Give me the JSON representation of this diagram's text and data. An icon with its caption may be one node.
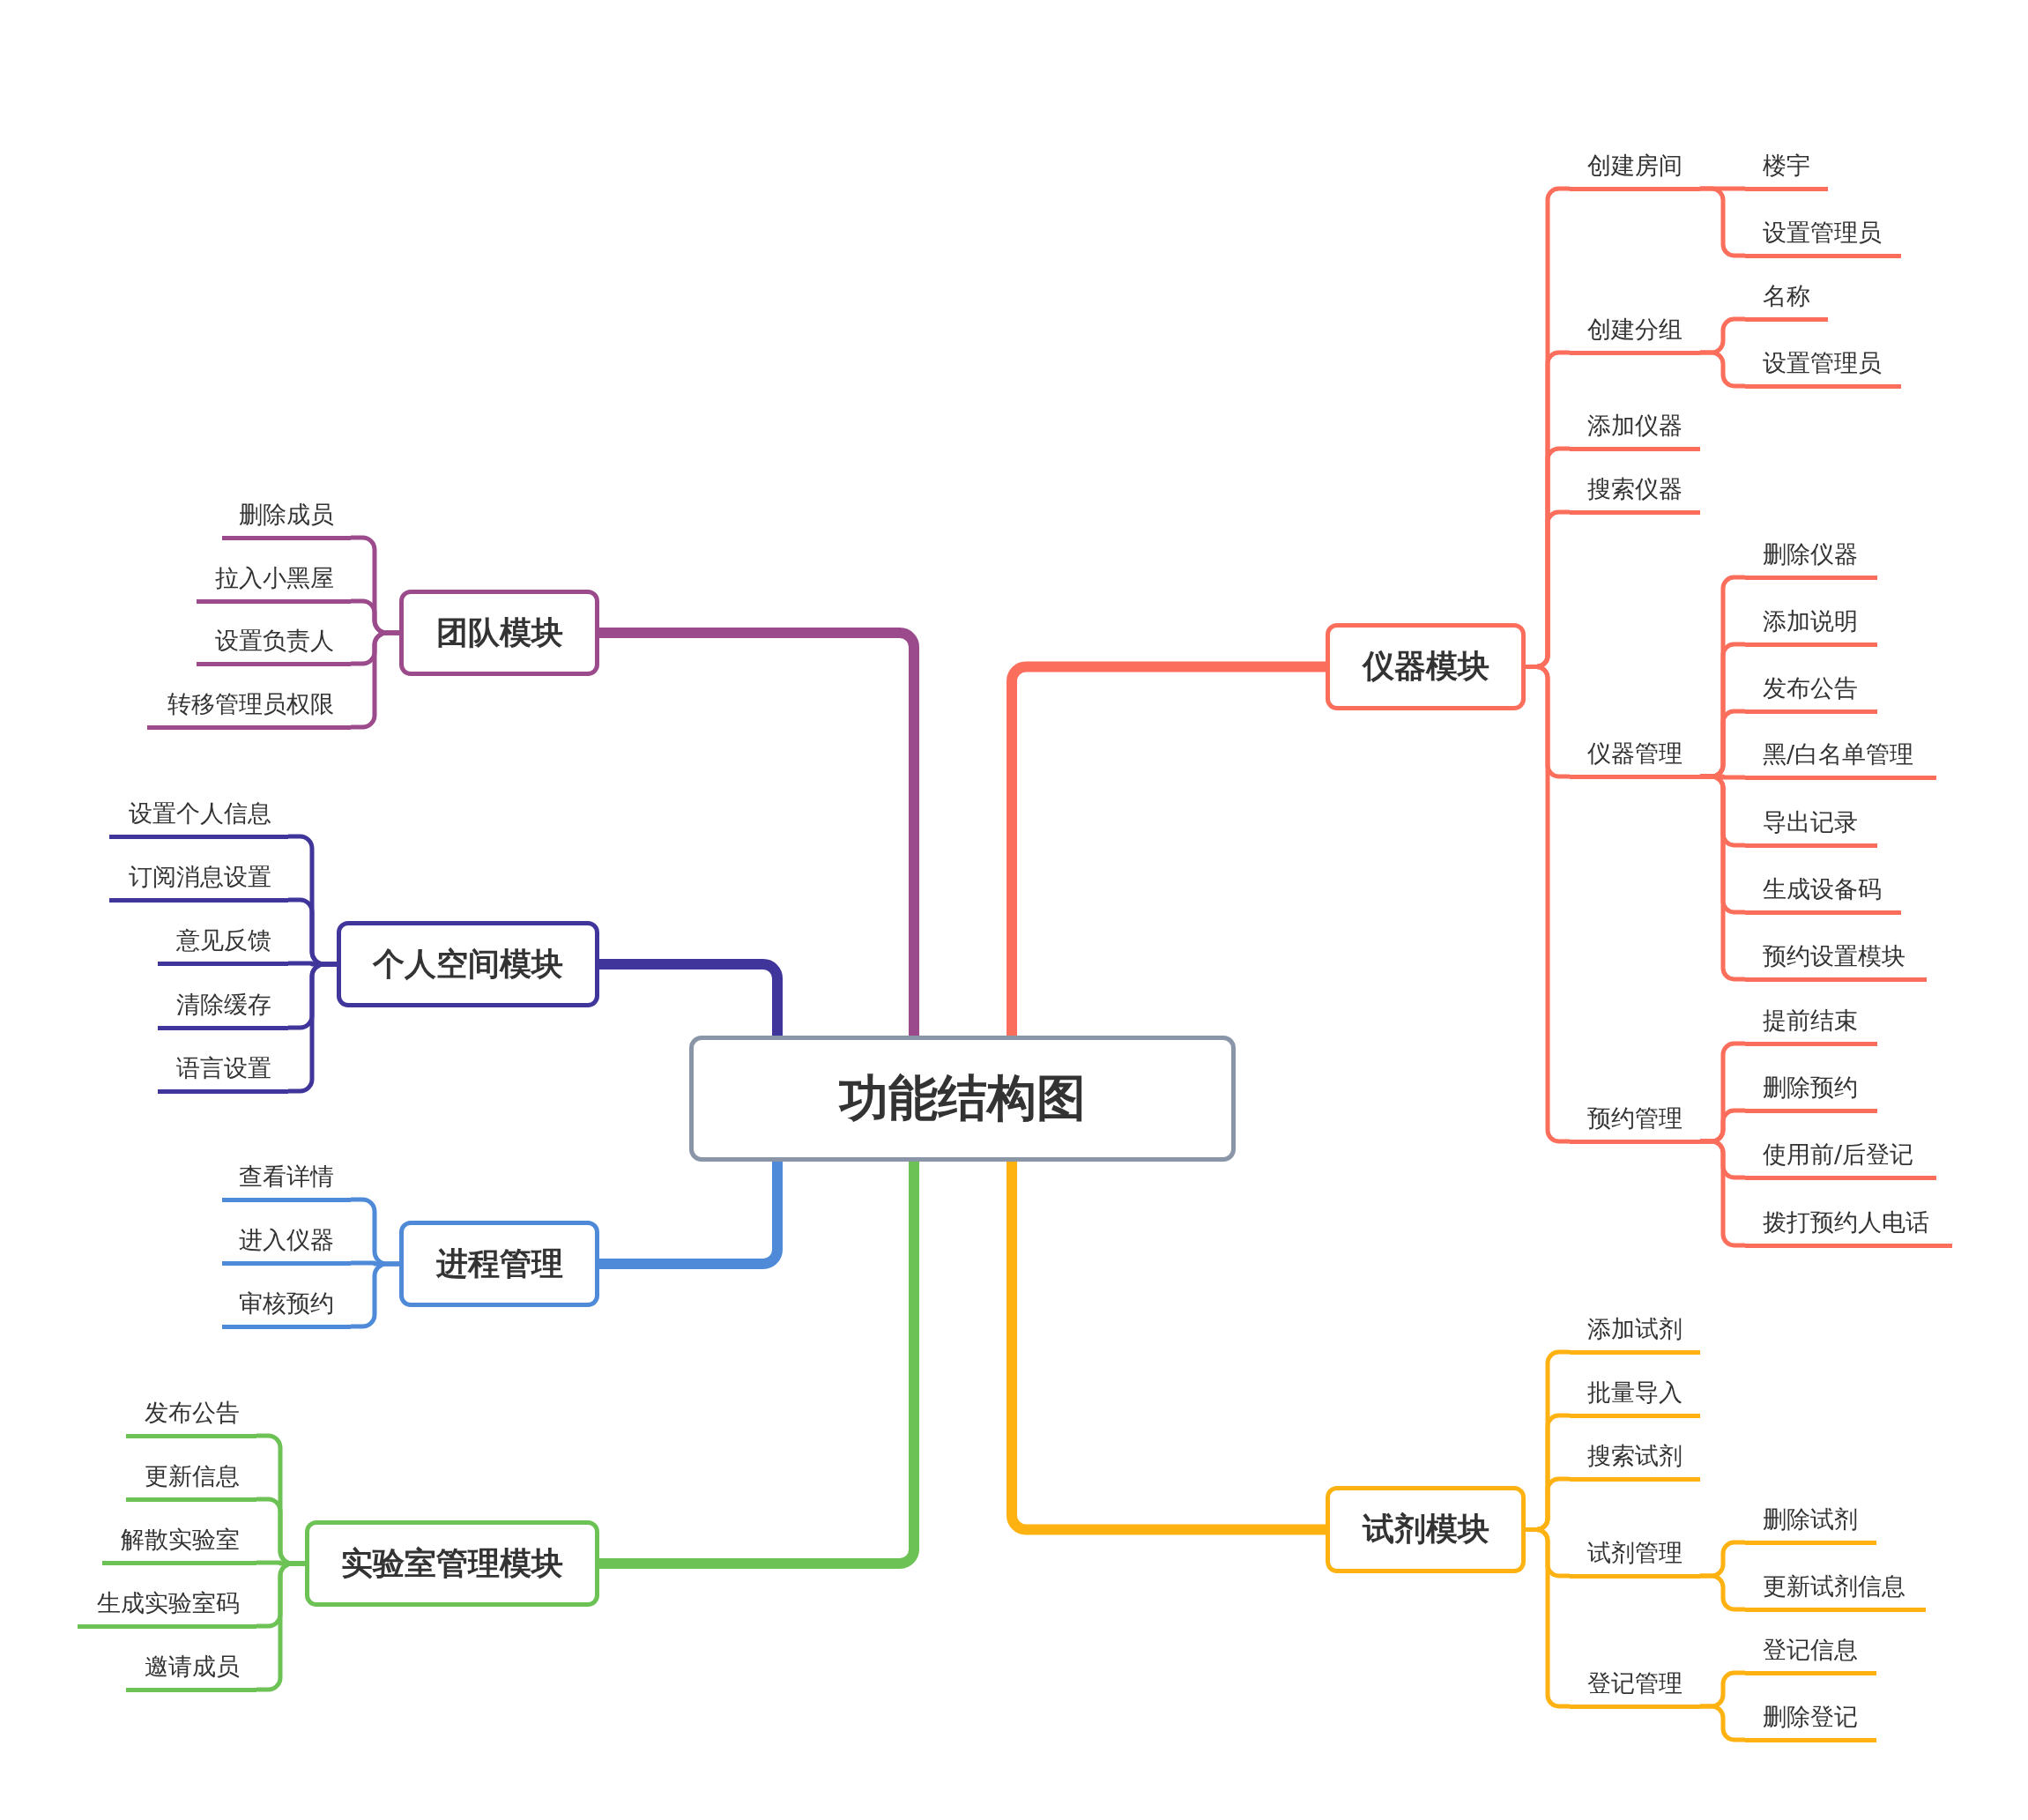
{
  "diagram": {
    "nodes": [
      {
        "text": [
          "功能结构图"
        ]
      },
      {
        "text": [
          "团队模块"
        ]
      },
      {
        "text": [
          "删除成员"
        ]
      },
      {
        "text": [
          "拉入小黑屋"
        ]
      },
      {
        "text": [
          "设置负责人"
        ]
      },
      {
        "text": [
          "转移管理员权限"
        ]
      },
      {
        "text": [
          "个人空间模块"
        ]
      },
      {
        "text": [
          "设置个人信息"
        ]
      },
      {
        "text": [
          "订阅消息设置"
        ]
      },
      {
        "text": [
          "意见反馈"
        ]
      },
      {
        "text": [
          "清除缓存"
        ]
      },
      {
        "text": [
          "语言设置"
        ]
      },
      {
        "text": [
          "进程管理"
        ]
      },
      {
        "text": [
          "查看详情"
        ]
      },
      {
        "text": [
          "进入仪器"
        ]
      },
      {
        "text": [
          "审核预约"
        ]
      },
      {
        "text": [
          "实验室管理模块"
        ]
      },
      {
        "text": [
          "发布公告"
        ]
      },
      {
        "text": [
          "更新信息"
        ]
      },
      {
        "text": [
          "解散实验室"
        ]
      },
      {
        "text": [
          "生成实验室码"
        ]
      },
      {
        "text": [
          "邀请成员"
        ]
      },
      {
        "text": [
          "仪器模块"
        ]
      },
      {
        "text": [
          "创建房间"
        ]
      },
      {
        "text": [
          "楼宇"
        ]
      },
      {
        "text": [
          "设置管理员"
        ]
      },
      {
        "text": [
          "创建分组"
        ]
      },
      {
        "text": [
          "名称"
        ]
      },
      {
        "text": [
          "设置管理员"
        ]
      },
      {
        "text": [
          "添加仪器"
        ]
      },
      {
        "text": [
          "搜索仪器"
        ]
      },
      {
        "text": [
          "仪器管理"
        ]
      },
      {
        "text": [
          "删除仪器"
        ]
      },
      {
        "text": [
          "添加说明"
        ]
      },
      {
        "text": [
          "发布公告"
        ]
      },
      {
        "text": [
          "黑/白名单管理"
        ]
      },
      {
        "text": [
          "导出记录"
        ]
      },
      {
        "text": [
          "生成设备码"
        ]
      },
      {
        "text": [
          "预约设置模块"
        ]
      },
      {
        "text": [
          "预约管理"
        ]
      },
      {
        "text": [
          "提前结束"
        ]
      },
      {
        "text": [
          "删除预约"
        ]
      },
      {
        "text": [
          "使用前/后登记"
        ]
      },
      {
        "text": [
          "拨打预约人电话"
        ]
      },
      {
        "text": [
          "试剂模块"
        ]
      },
      {
        "text": [
          "添加试剂"
        ]
      },
      {
        "text": [
          "批量导入"
        ]
      },
      {
        "text": [
          "搜索试剂"
        ]
      },
      {
        "text": [
          "试剂管理"
        ]
      },
      {
        "text": [
          "删除试剂"
        ]
      },
      {
        "text": [
          "更新试剂信息"
        ]
      },
      {
        "text": [
          "登记管理"
        ]
      },
      {
        "text": [
          "登记信息"
        ]
      },
      {
        "text": [
          "删除登记"
        ]
      }
    ],
    "edges": [
      {
        "from": 0,
        "to": 1,
        "arrow": "none",
        "style": "thick",
        "color": "#9b4b8b"
      },
      {
        "from": 0,
        "to": 6,
        "arrow": "none",
        "style": "thick",
        "color": "#40359a"
      },
      {
        "from": 0,
        "to": 12,
        "arrow": "none",
        "style": "thick",
        "color": "#4f8ad8"
      },
      {
        "from": 0,
        "to": 16,
        "arrow": "none",
        "style": "thick",
        "color": "#6cc255"
      },
      {
        "from": 0,
        "to": 22,
        "arrow": "none",
        "style": "thick",
        "color": "#fa6e5b"
      },
      {
        "from": 0,
        "to": 44,
        "arrow": "none",
        "style": "thick",
        "color": "#fdb212"
      },
      {
        "from": 1,
        "to": 2,
        "arrow": "none",
        "color": "#9b4b8b"
      },
      {
        "from": 1,
        "to": 3,
        "arrow": "none",
        "color": "#9b4b8b"
      },
      {
        "from": 1,
        "to": 4,
        "arrow": "none",
        "color": "#9b4b8b"
      },
      {
        "from": 1,
        "to": 5,
        "arrow": "none",
        "color": "#9b4b8b"
      },
      {
        "from": 6,
        "to": 7,
        "arrow": "none",
        "color": "#40359a"
      },
      {
        "from": 6,
        "to": 8,
        "arrow": "none",
        "color": "#40359a"
      },
      {
        "from": 6,
        "to": 9,
        "arrow": "none",
        "color": "#40359a"
      },
      {
        "from": 6,
        "to": 10,
        "arrow": "none",
        "color": "#40359a"
      },
      {
        "from": 6,
        "to": 11,
        "arrow": "none",
        "color": "#40359a"
      },
      {
        "from": 12,
        "to": 13,
        "arrow": "none",
        "color": "#4f8ad8"
      },
      {
        "from": 12,
        "to": 14,
        "arrow": "none",
        "color": "#4f8ad8"
      },
      {
        "from": 12,
        "to": 15,
        "arrow": "none",
        "color": "#4f8ad8"
      },
      {
        "from": 16,
        "to": 17,
        "arrow": "none",
        "color": "#6cc255"
      },
      {
        "from": 16,
        "to": 18,
        "arrow": "none",
        "color": "#6cc255"
      },
      {
        "from": 16,
        "to": 19,
        "arrow": "none",
        "color": "#6cc255"
      },
      {
        "from": 16,
        "to": 20,
        "arrow": "none",
        "color": "#6cc255"
      },
      {
        "from": 16,
        "to": 21,
        "arrow": "none",
        "color": "#6cc255"
      },
      {
        "from": 22,
        "to": 23,
        "arrow": "none",
        "color": "#fa6e5b"
      },
      {
        "from": 23,
        "to": 24,
        "arrow": "none",
        "color": "#fa6e5b"
      },
      {
        "from": 23,
        "to": 25,
        "arrow": "none",
        "color": "#fa6e5b"
      },
      {
        "from": 22,
        "to": 26,
        "arrow": "none",
        "color": "#fa6e5b"
      },
      {
        "from": 26,
        "to": 27,
        "arrow": "none",
        "color": "#fa6e5b"
      },
      {
        "from": 26,
        "to": 28,
        "arrow": "none",
        "color": "#fa6e5b"
      },
      {
        "from": 22,
        "to": 29,
        "arrow": "none",
        "color": "#fa6e5b"
      },
      {
        "from": 22,
        "to": 30,
        "arrow": "none",
        "color": "#fa6e5b"
      },
      {
        "from": 22,
        "to": 31,
        "arrow": "none",
        "color": "#fa6e5b"
      },
      {
        "from": 31,
        "to": 32,
        "arrow": "none",
        "color": "#fa6e5b"
      },
      {
        "from": 31,
        "to": 33,
        "arrow": "none",
        "color": "#fa6e5b"
      },
      {
        "from": 31,
        "to": 34,
        "arrow": "none",
        "color": "#fa6e5b"
      },
      {
        "from": 31,
        "to": 35,
        "arrow": "none",
        "color": "#fa6e5b"
      },
      {
        "from": 31,
        "to": 36,
        "arrow": "none",
        "color": "#fa6e5b"
      },
      {
        "from": 31,
        "to": 37,
        "arrow": "none",
        "color": "#fa6e5b"
      },
      {
        "from": 31,
        "to": 38,
        "arrow": "none",
        "color": "#fa6e5b"
      },
      {
        "from": 22,
        "to": 39,
        "arrow": "none",
        "color": "#fa6e5b"
      },
      {
        "from": 39,
        "to": 40,
        "arrow": "none",
        "color": "#fa6e5b"
      },
      {
        "from": 39,
        "to": 41,
        "arrow": "none",
        "color": "#fa6e5b"
      },
      {
        "from": 39,
        "to": 42,
        "arrow": "none",
        "color": "#fa6e5b"
      },
      {
        "from": 39,
        "to": 43,
        "arrow": "none",
        "color": "#fa6e5b"
      },
      {
        "from": 44,
        "to": 45,
        "arrow": "none",
        "color": "#fdb212"
      },
      {
        "from": 44,
        "to": 46,
        "arrow": "none",
        "color": "#fdb212"
      },
      {
        "from": 44,
        "to": 47,
        "arrow": "none",
        "color": "#fdb212"
      },
      {
        "from": 44,
        "to": 48,
        "arrow": "none",
        "color": "#fdb212"
      },
      {
        "from": 48,
        "to": 49,
        "arrow": "none",
        "color": "#fdb212"
      },
      {
        "from": 48,
        "to": 50,
        "arrow": "none",
        "color": "#fdb212"
      },
      {
        "from": 44,
        "to": 51,
        "arrow": "none",
        "color": "#fdb212"
      },
      {
        "from": 51,
        "to": 52,
        "arrow": "none",
        "color": "#fdb212"
      },
      {
        "from": 51,
        "to": 53,
        "arrow": "none",
        "color": "#fdb212"
      }
    ]
  }
}
